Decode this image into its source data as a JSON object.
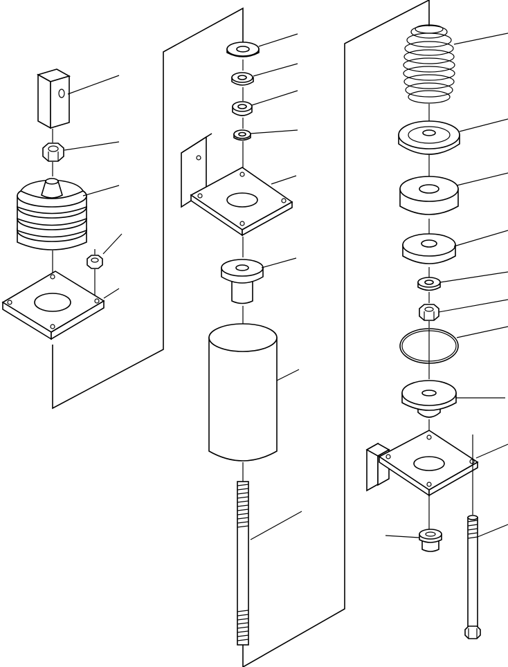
{
  "diagram": {
    "type": "exploded-parts-drawing",
    "line_color": "#000000",
    "background": "#ffffff",
    "groups": [
      {
        "name": "left-assembly",
        "parts": [
          "square-block",
          "hex-nut",
          "rubber-bellows-boot",
          "small-nut",
          "base-plate"
        ]
      },
      {
        "name": "center-assembly",
        "parts": [
          "flat-washer",
          "small-washer",
          "spacer-washer",
          "small-washer-2",
          "angle-bracket",
          "bushing",
          "cylinder-tube",
          "threaded-rod"
        ]
      },
      {
        "name": "right-assembly",
        "parts": [
          "coil-spring",
          "spring-seat",
          "rubber-mount-upper",
          "washer-plate",
          "small-washer-3",
          "hex-nut-2",
          "o-ring",
          "rubber-mount-lower",
          "angle-bracket-2",
          "plug",
          "long-bolt"
        ]
      }
    ]
  }
}
